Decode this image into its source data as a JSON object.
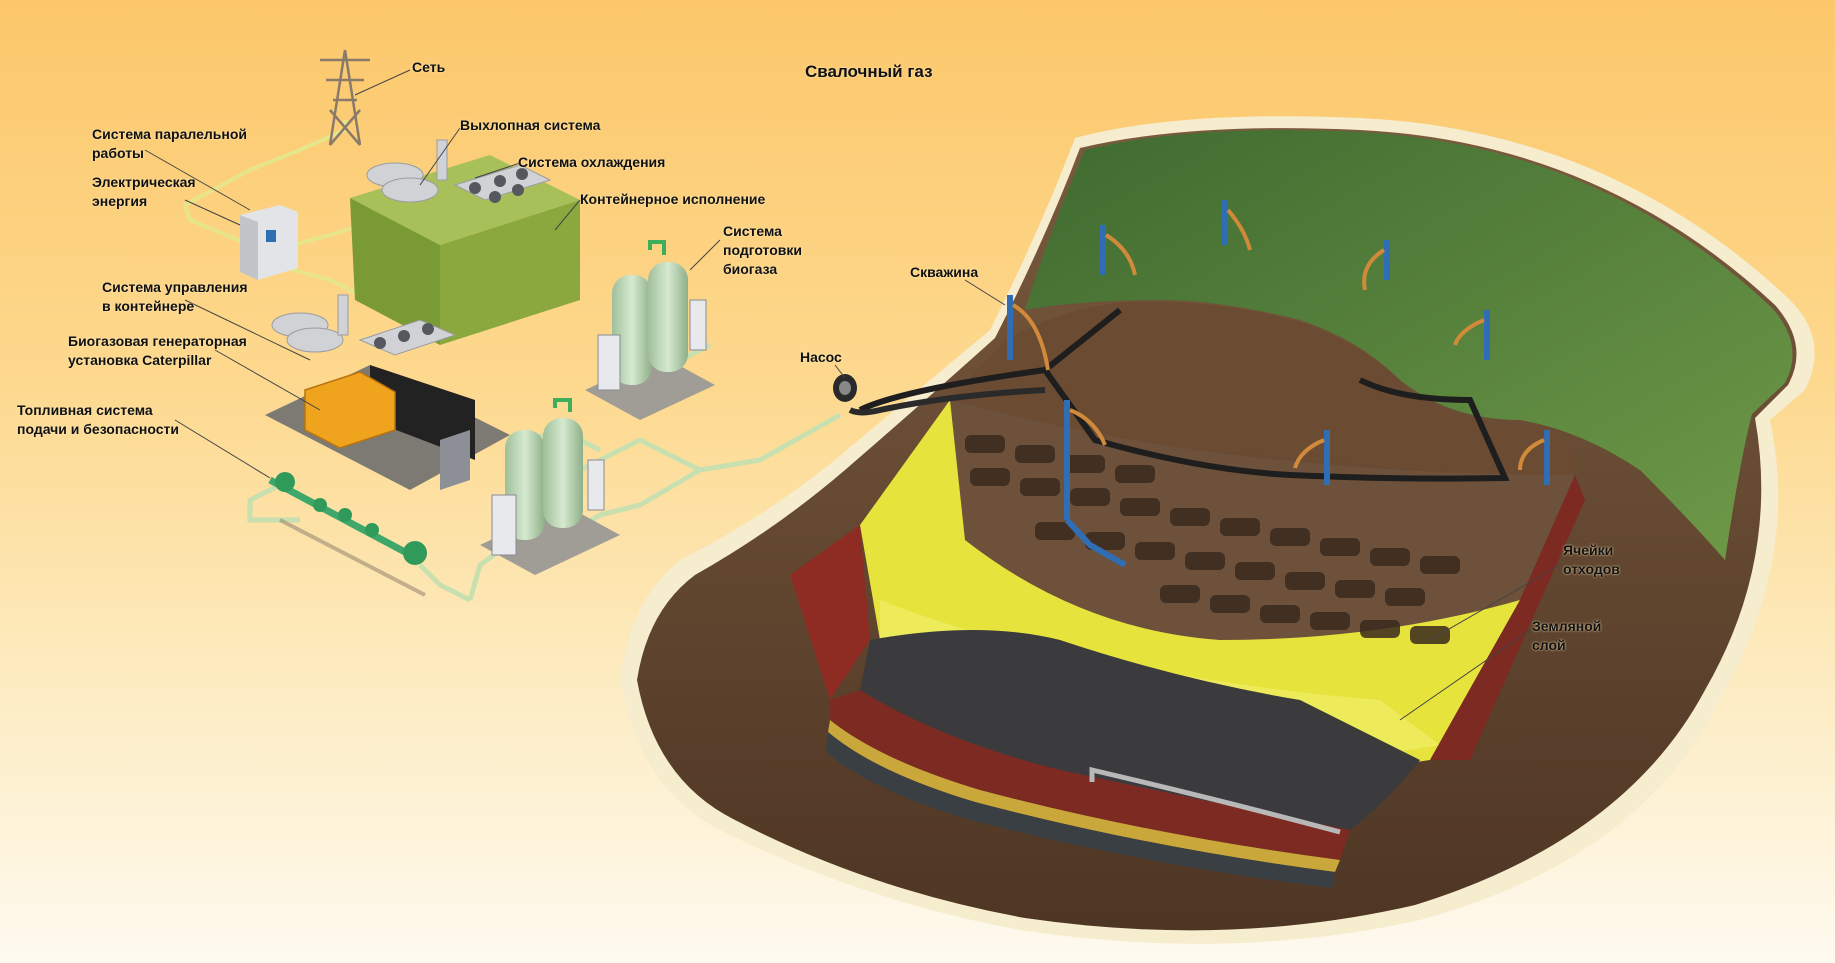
{
  "diagram": {
    "title": "Свалочный газ",
    "labels": {
      "grid": "Сеть",
      "parallel_system": "Система паралельной\nработы",
      "electric_energy": "Электрическая\nэнергия",
      "exhaust_system": "Выхлопная система",
      "cooling_system": "Система охлаждения",
      "container_version": "Контейнерное исполнение",
      "biogas_treatment": "Система\nподготовки\nбиогаза",
      "container_control": "Система управления\nв контейнере",
      "caterpillar_genset": "Биогазовая генераторная\nустановка Caterpillar",
      "fuel_system": "Топливная система\nподачи и безопасности",
      "pump": "Насос",
      "well": "Скважина",
      "waste_cells": "Ячейки\nотходов",
      "soil_layer": "Земляной\nслой"
    }
  },
  "colors": {
    "background_top": "#fcc76a",
    "grass": "#5f8a3e",
    "soil": "#6b4d33",
    "clay_red": "#8e2b22",
    "liner_yellow": "#e6e43c",
    "gravel": "#3b3b3d",
    "container_green": "#8aa83e",
    "engine_yellow": "#f0a31c",
    "well_blue": "#2f6db4",
    "pipe_light": "#c8e0b0"
  }
}
